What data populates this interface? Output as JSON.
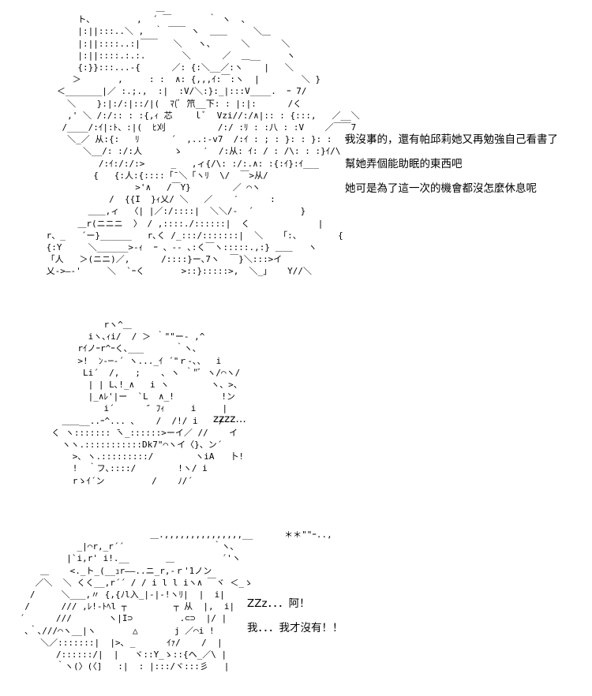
{
  "panels": [
    {
      "art": [
        "                      ＿",
        "       ト、        ,  ´ ￣       ｀ ヽ  、",
        "       |:||:::..＼ ,  ｀ ￣￣ ヽ  ＿＿     ＼＿",
        "       |:||::::..:|￣￣   ＼   ヽ、     ＼      ＼",
        "       |:||::::.:.:.       ＼      ／  ＿__     ヽ",
        "       {:}}:::...-{      ／: {:＼__／:ヽ    |   ＼",
        "      ＞       ,     : :  ∧: {,,,ｲ:￣:ヽ  |        ＼ }",
        "   ＜_______|／ :.;.,  :|  :V/＼:}:_|:::V____.  ｰ 7/",
        "     ＼    }:|:/:|::/|(  ﾏ(ﾞ 笊__下: : |:|:      /く",
        "     ,' ＼ /:/:: : :{,ｨ 芯    ｌﾞ  Vzi//:/∧|:: : {:::,   ／__＼",
        "    /____/:ｲ|:ﾄ、:|(  ﾋ刈          /:/ :ﾘ : :八 : :V    ／￣￣7",
        "     ＼_／ 从:{:   ﾘ      ´  ,..:-v7  /:ｲ : ; : }: : }: :  ヽ   ／",
        "        ＼__/: :/:人      ゝ    ′  /:从: ｲ: / : /\\: : :}ｲ/\\",
        "           /:ｲ:/:/:>     _   ,ィ{/\\: :/:.∧: :{:ｲ}:ｲ___",
        "          {   {:人:{::::「¯＼「ヽﾘ  \\/  ￣>从/",
        "                  >'∧   /￣Y}        ／ ⌒ヽ",
        "             /  {{I  }ｨ乂/ ＼   ／    ′      :",
        "         ＿＿,ィ  〈| |／:/::::|  ＼＼/-  ´         }",
        "       ＿r(ニニニ  〉 / ,::::./::::::|  く             |",
        " r、_   ´ー}______   r､く /_:::/:::::::|  ＼   「:、       {",
        " {:Y     ＼______>-ｨ  ｰ 、-‐ ､:く￣ヽ:::::.,:} ＿＿   ヽ",
        " 「人   ＞(ニニ)／,      /::::}ー､7ヽ  ￣}＼:::>イ",
        " 乂->―-'     ＼  `ｰく       >::}:::::>,  ＼_」   Y//＼"
      ],
      "dialogue": [
        "我沒事的，還有帕邱莉她又再勉強自己看書了",
        "幫她弄個能助眠的東西吧",
        "她可是為了這一次的機會都沒怎麼休息呢"
      ]
    },
    {
      "art": [
        "            rヽ^＿",
        "         iヽ､ｨi/  / ＞ ｀\"\"ー- ,^",
        "       rｲノｰr^ｰく､___      ｀ヽ､",
        "       >!  ﾝ-─‐´ ヽ..._ｲ ´\"ｒ-､、  i",
        "        Li´  /,   ;    ､ ヽ ｀\"ﾞ ヽ/⌒ヽ/",
        "         | | L､!_∧   i ヽ        ヽ、>、",
        "         |_∧ﾚ'|ー  `L  ∧_!         !ン",
        "            i´      ″ ﾌｨ     i     |",
        "    ＿＿__..ｰ^... ､    /  /!/ i    /",
        "  く ヽ::::::: ̄ヽ_::::::>ーイ／ //    イ",
        "    ヽヽ.:::::::::::Dk7\"⌒ヽイ〈}、ン´",
        "      >､ ヽ.:::::::::/        ヽiA   卜!",
        "      !  ｀フ､::::/        !ヽ/ i",
        "      rゝｲ´ン         /    ﾉ/´"
      ],
      "dialogue": [
        "zzzz…"
      ]
    },
    {
      "art": [
        "                          ＿.,,,,,,,,,,,,,,,__      ＊＊\"\"ｰ..,",
        "            _|⌒r,_r´´                 ｀ヽ､",
        "          |`i,r' i!.__       ＿         ´'ヽ",
        "     ＿    <._ト_(__ｭr――..ニ_r,-ｒ'1ノン",
        "    ／＼  ＼ くく__,r´´ / / i l l iヽ∧ ￣ヾ ＜_ゝ",
        "   /     ＼___,〃 {,{ﾉl入_|-|-!ヽﾘ|  |  i|",
        "  /      /// ,ﾚ!-ﾄﾍl ┬         ┬ 从  |,  i|",
        " ´      ///       ヽ|I⊃         .⊂⊃  |/ |",
        "  ､｀､///⌒ヽ__|ヽ       △       j ／⌒i !",
        "     ＼／:::::::|  |>､ _      ｲｧ/    /  |",
        "        /::::::/|  |   ヾ::Y_ゝ::{ヘ_／\\ |",
        "        ｀ヽ(〉(〈]   :|  : |:::/ヾ:::彡   |"
      ],
      "dialogue": [
        "ZZz．．．阿！",
        "我．．．我才沒有！！"
      ]
    }
  ]
}
